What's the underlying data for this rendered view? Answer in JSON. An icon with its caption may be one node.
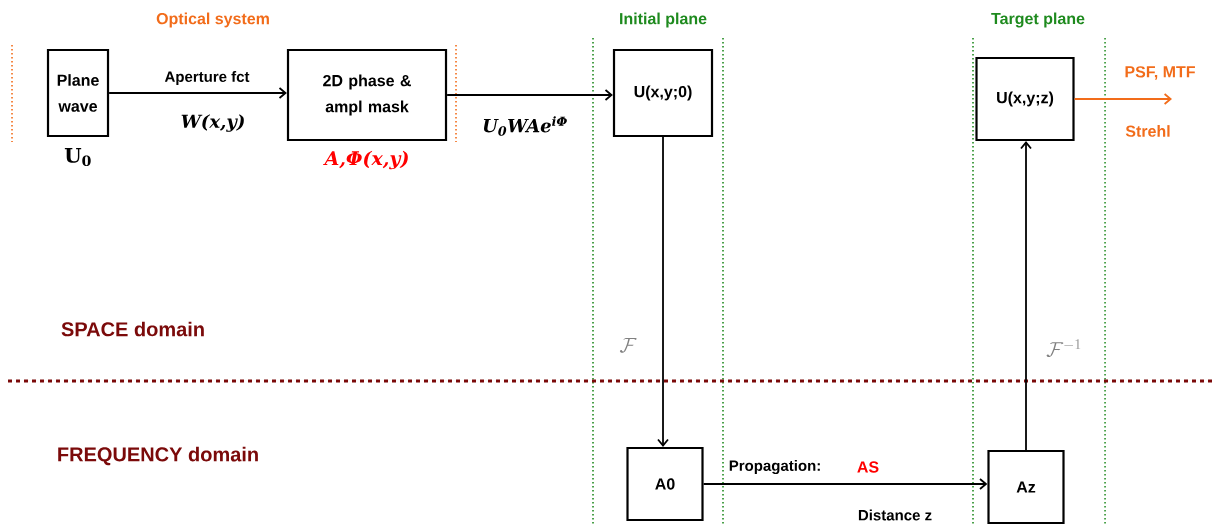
{
  "diagram": {
    "nodes": [
      {
        "text": [
          "Plane wave"
        ],
        "beside": [
          "U$_{0}$"
        ]
      },
      {
        "text": [
          "2D phase & ampl mask"
        ],
        "beside": [
          "A,Φ(x,y)"
        ]
      },
      {
        "text": [
          "U(x,y;0)"
        ]
      },
      {
        "text": [
          "U(x,y;z)"
        ]
      },
      {
        "text": [
          "A0"
        ]
      },
      {
        "text": [
          "Az"
        ]
      }
    ],
    "edges": [
      {
        "from": 0,
        "to": 1,
        "arrow": "to",
        "label": "Aperture fct"
      },
      {
        "from": 1,
        "to": 2,
        "arrow": "to",
        "label": "U$_{0}$WAe$^{iΦ}$"
      },
      {
        "from": 2,
        "to": 4,
        "arrow": "to",
        "label": "\\mathcal{F}"
      },
      {
        "from": 4,
        "to": 5,
        "arrow": "to",
        "label": "Propagation:"
      },
      {
        "from": 5,
        "to": 3,
        "arrow": "to",
        "label": "\\mathcal{F}^{-1}"
      },
      {
        "from": 3,
        "to": null,
        "arrow": "to",
        "color": "#f26c1a",
        "label": "PSF, MTF"
      }
    ],
    "labels": [
      "Optical system",
      "Initial plane",
      "Target plane",
      "W(x,y)",
      "AS",
      "Distance z",
      "Strehl",
      "SPACE domain",
      "FREQUENCY domain"
    ]
  }
}
